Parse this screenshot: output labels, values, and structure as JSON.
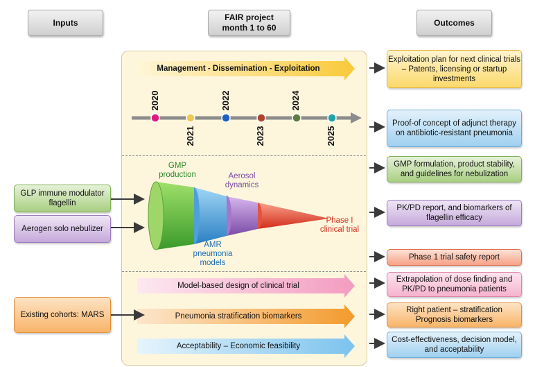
{
  "headers": {
    "inputs": "Inputs",
    "project": "FAIR project\nmonth 1 to 60",
    "outcomes": "Outcomes"
  },
  "inputs": [
    {
      "label": "GLP immune modulator flagellin",
      "color": "green"
    },
    {
      "label": "Aerogen solo nebulizer",
      "color": "purple"
    },
    {
      "label": "Existing cohorts: MARS",
      "color": "orange"
    }
  ],
  "bands": {
    "management": "Management - Dissemination - Exploitation",
    "model_design": "Model-based design of clinical trial",
    "stratification": "Pneumonia stratification biomarkers",
    "acceptability": "Acceptability – Economic feasibility"
  },
  "timeline": {
    "years": [
      {
        "label": "2020",
        "color": "#e0177d"
      },
      {
        "label": "2021",
        "color": "#f2c94c"
      },
      {
        "label": "2022",
        "color": "#1f5fbf"
      },
      {
        "label": "2023",
        "color": "#b0442a"
      },
      {
        "label": "2024",
        "color": "#5f7d3b"
      },
      {
        "label": "2025",
        "color": "#1fa3a6"
      }
    ]
  },
  "cone_labels": {
    "gmp": "GMP\nproduction",
    "aerosol": "Aerosol\ndynamics",
    "amr": "AMR\npneumonia\nmodels",
    "phase1": "Phase I\nclinical trial"
  },
  "outcomes": [
    {
      "label": "Exploitation plan for next clinical trials – Patents, licensing or startup investments",
      "color": "yellow"
    },
    {
      "label": "Proof-of concept of adjunct therapy on antibiotic-resistant pneumonia",
      "color": "blue"
    },
    {
      "label": "GMP formulation, product stability, and guidelines for nebulization",
      "color": "green"
    },
    {
      "label": "PK/PD report, and biomarkers of flagellin efficacy",
      "color": "purple"
    },
    {
      "label": "Phase 1 trial safety report",
      "color": "red"
    },
    {
      "label": "Extrapolation of dose finding and PK/PD to pneumonia patients",
      "color": "pink"
    },
    {
      "label": "Right patient – stratification Prognosis biomarkers",
      "color": "orange"
    },
    {
      "label": "Cost-effectiveness, decision model, and acceptability",
      "color": "blue"
    }
  ]
}
